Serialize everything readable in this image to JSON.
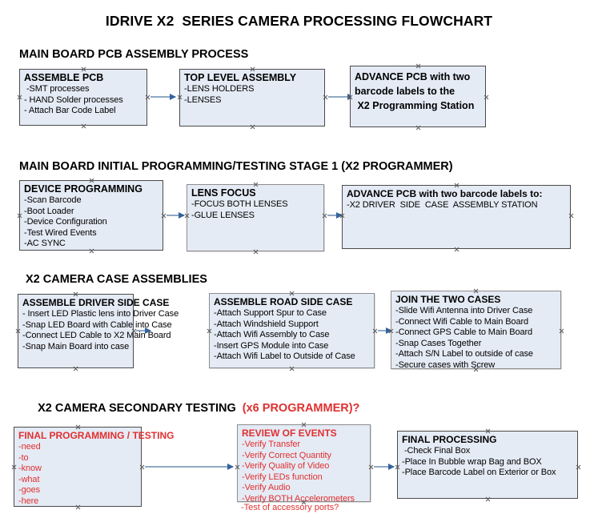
{
  "document": {
    "title": "IDRIVE X2  SERIES CAMERA PROCESSING FLOWCHART"
  },
  "sections": [
    {
      "id": "main-board-pcb-assembly-process",
      "heading": "MAIN BOARD PCB ASSEMBLY PROCESS",
      "heading_accent": "",
      "nodes": [
        {
          "id": "assemble-pcb",
          "title": "ASSEMBLE PCB",
          "lines": [
            " -SMT processes",
            "- HAND Solder processes",
            "- Attach Bar Code Label"
          ]
        },
        {
          "id": "top-level-assembly",
          "title": "TOP LEVEL ASSEMBLY",
          "lines": [
            "-LENS HOLDERS",
            "-LENSES"
          ]
        },
        {
          "id": "advance-pcb-to-x2-programming-station",
          "title": "",
          "headline": [
            "ADVANCE PCB with two",
            "barcode labels to the",
            " X2 Programming Station"
          ],
          "lines": []
        }
      ]
    },
    {
      "id": "main-board-initial-programming-testing-stage-1",
      "heading": "MAIN BOARD INITIAL PROGRAMMING/TESTING STAGE 1 (X2 PROGRAMMER)",
      "heading_accent": "",
      "nodes": [
        {
          "id": "device-programming",
          "title": "DEVICE PROGRAMMING",
          "lines": [
            "-Scan Barcode",
            "-Boot Loader",
            "-Device Configuration",
            "-Test Wired Events",
            "-AC SYNC"
          ]
        },
        {
          "id": "lens-focus",
          "title": "LENS FOCUS",
          "lines": [
            "-FOCUS BOTH LENSES",
            "-GLUE LENSES"
          ]
        },
        {
          "id": "advance-pcb-to-driver-side-case-assembly-station",
          "title": "ADVANCE PCB with two barcode labels to:",
          "lines": [
            "-X2 DRIVER  SIDE  CASE  ASSEMBLY STATION"
          ]
        }
      ]
    },
    {
      "id": "x2-camera-case-assemblies",
      "heading": "X2 CAMERA CASE ASSEMBLIES",
      "heading_accent": "",
      "nodes": [
        {
          "id": "assemble-driver-side-case",
          "title": "ASSEMBLE DRIVER SIDE CASE",
          "lines": [
            "- Insert LED Plastic lens into Driver Case",
            "-Snap LED Board with Cable into Case",
            "-Connect LED Cable to X2 Main Board",
            "-Snap Main Board into case"
          ]
        },
        {
          "id": "assemble-road-side-case",
          "title": "ASSEMBLE ROAD SIDE CASE",
          "lines": [
            "-Attach Support Spur to Case",
            "-Attach Windshield Support",
            "-Attach Wifi Assembly to Case",
            "-Insert GPS Module into Case",
            "-Attach Wifi Label to Outside of Case"
          ]
        },
        {
          "id": "join-the-two-cases",
          "title": "JOIN THE TWO CASES",
          "lines": [
            "-Slide Wifi Antenna into Driver Case",
            "-Connect Wifi Cable to Main Board",
            "-Connect GPS Cable to Main Board",
            "-Snap Cases Together",
            "-Attach S/N Label to outside of case",
            "-Secure cases with Screw"
          ]
        }
      ]
    },
    {
      "id": "x2-camera-secondary-testing",
      "heading": "X2 CAMERA SECONDARY TESTING ",
      "heading_accent": " (x6 PROGRAMMER)?",
      "nodes": [
        {
          "id": "final-programming-testing",
          "title": "FINAL PROGRAMMING / TESTING",
          "color": "#e03030",
          "lines": [
            "-need",
            "-to",
            "-know",
            "-what",
            "-goes",
            "-here"
          ]
        },
        {
          "id": "review-of-events",
          "title": "REVIEW OF EVENTS",
          "color": "#e03030",
          "lines": [
            "-Verify Transfer",
            "-Verify Correct Quantity",
            "-Verify Quality of Video",
            "-Verify LEDs function",
            "-Verify Audio",
            "-Verify BOTH Accelerometers"
          ],
          "overflow_line": "-Test of accessory ports?"
        },
        {
          "id": "final-processing",
          "title": "FINAL PROCESSING",
          "lines": [
            " -Check Final Box",
            "-Place In Bubble wrap Bag and BOX",
            "-Place Barcode Label on Exterior or Box"
          ]
        }
      ]
    }
  ],
  "colors": {
    "box_fill": "#e5ebf5",
    "box_border": "#4a4a4a",
    "connector": "#8fa9c4",
    "arrowhead": "#33639c",
    "accent_red": "#e03030",
    "text": "#000000"
  }
}
